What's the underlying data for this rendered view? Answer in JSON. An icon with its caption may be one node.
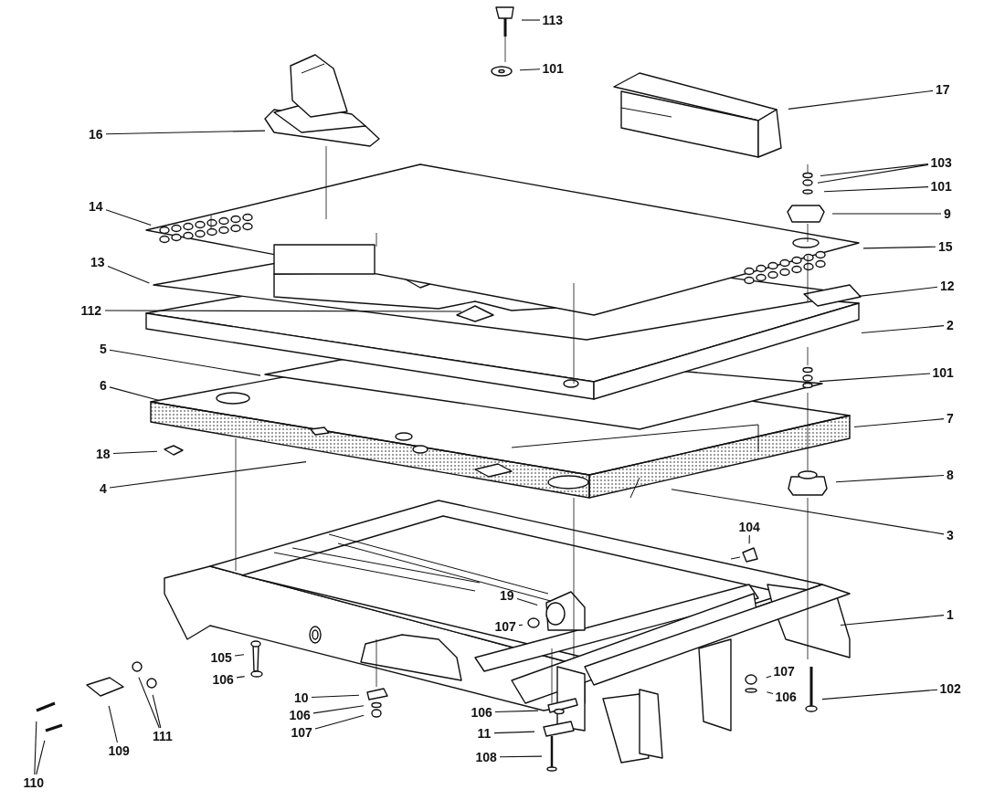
{
  "diagram": {
    "nodes": [
      {
        "text": [
          "113"
        ]
      },
      {
        "text": [
          "101"
        ]
      },
      {
        "text": [
          "17"
        ]
      },
      {
        "text": [
          "16"
        ]
      },
      {
        "text": [
          "103"
        ]
      },
      {
        "text": [
          "101"
        ]
      },
      {
        "text": [
          "14"
        ]
      },
      {
        "text": [
          "9"
        ]
      },
      {
        "text": [
          "15"
        ]
      },
      {
        "text": [
          "13"
        ]
      },
      {
        "text": [
          "12"
        ]
      },
      {
        "text": [
          "112"
        ]
      },
      {
        "text": [
          "2"
        ]
      },
      {
        "text": [
          "5"
        ]
      },
      {
        "text": [
          "101"
        ]
      },
      {
        "text": [
          "6"
        ]
      },
      {
        "text": [
          "7"
        ]
      },
      {
        "text": [
          "18"
        ]
      },
      {
        "text": [
          "8"
        ]
      },
      {
        "text": [
          "4"
        ]
      },
      {
        "text": [
          "104"
        ]
      },
      {
        "text": [
          "3"
        ]
      },
      {
        "text": [
          "19"
        ]
      },
      {
        "text": [
          "1"
        ]
      },
      {
        "text": [
          "107"
        ]
      },
      {
        "text": [
          "105"
        ]
      },
      {
        "text": [
          "107"
        ]
      },
      {
        "text": [
          "106"
        ]
      },
      {
        "text": [
          "106"
        ]
      },
      {
        "text": [
          "102"
        ]
      },
      {
        "text": [
          "10"
        ]
      },
      {
        "text": [
          "106"
        ]
      },
      {
        "text": [
          "106"
        ]
      },
      {
        "text": [
          "107"
        ]
      },
      {
        "text": [
          "11"
        ]
      },
      {
        "text": [
          "111"
        ]
      },
      {
        "text": [
          "109"
        ]
      },
      {
        "text": [
          "108"
        ]
      },
      {
        "text": [
          "110"
        ]
      }
    ],
    "edges": [
      {
        "from": 0,
        "to": null,
        "arrow": "none"
      },
      {
        "from": 1,
        "to": null,
        "arrow": "none"
      },
      {
        "from": 2,
        "to": null,
        "arrow": "none"
      },
      {
        "from": 3,
        "to": null,
        "arrow": "none"
      },
      {
        "from": 4,
        "to": null,
        "arrow": "none"
      },
      {
        "from": 4,
        "to": null,
        "arrow": "none"
      },
      {
        "from": 5,
        "to": null,
        "arrow": "none"
      },
      {
        "from": 6,
        "to": null,
        "arrow": "none"
      },
      {
        "from": 7,
        "to": null,
        "arrow": "none"
      },
      {
        "from": 8,
        "to": null,
        "arrow": "none"
      },
      {
        "from": 9,
        "to": null,
        "arrow": "none"
      },
      {
        "from": 10,
        "to": null,
        "arrow": "none"
      },
      {
        "from": 11,
        "to": null,
        "arrow": "none"
      },
      {
        "from": 12,
        "to": null,
        "arrow": "none"
      },
      {
        "from": 13,
        "to": null,
        "arrow": "none"
      },
      {
        "from": 14,
        "to": null,
        "arrow": "none"
      },
      {
        "from": 15,
        "to": null,
        "arrow": "none"
      },
      {
        "from": 16,
        "to": null,
        "arrow": "none"
      },
      {
        "from": 17,
        "to": null,
        "arrow": "none"
      },
      {
        "from": 18,
        "to": null,
        "arrow": "none"
      },
      {
        "from": 19,
        "to": null,
        "arrow": "none"
      },
      {
        "from": 20,
        "to": null,
        "arrow": "none"
      },
      {
        "from": 21,
        "to": null,
        "arrow": "none"
      },
      {
        "from": 22,
        "to": null,
        "arrow": "none"
      },
      {
        "from": 23,
        "to": null,
        "arrow": "none"
      },
      {
        "from": 24,
        "to": null,
        "arrow": "none"
      },
      {
        "from": 25,
        "to": null,
        "arrow": "none"
      },
      {
        "from": 26,
        "to": null,
        "arrow": "none"
      },
      {
        "from": 27,
        "to": null,
        "arrow": "none"
      },
      {
        "from": 28,
        "to": null,
        "arrow": "none"
      },
      {
        "from": 29,
        "to": null,
        "arrow": "none"
      },
      {
        "from": 30,
        "to": null,
        "arrow": "none"
      },
      {
        "from": 31,
        "to": null,
        "arrow": "none"
      },
      {
        "from": 32,
        "to": null,
        "arrow": "none"
      },
      {
        "from": 33,
        "to": null,
        "arrow": "none"
      },
      {
        "from": 34,
        "to": null,
        "arrow": "none"
      },
      {
        "from": 35,
        "to": null,
        "arrow": "none"
      },
      {
        "from": 35,
        "to": null,
        "arrow": "none"
      },
      {
        "from": 36,
        "to": null,
        "arrow": "none"
      },
      {
        "from": 37,
        "to": null,
        "arrow": "none"
      },
      {
        "from": 38,
        "to": null,
        "arrow": "none"
      },
      {
        "from": 38,
        "to": null,
        "arrow": "none"
      }
    ]
  }
}
